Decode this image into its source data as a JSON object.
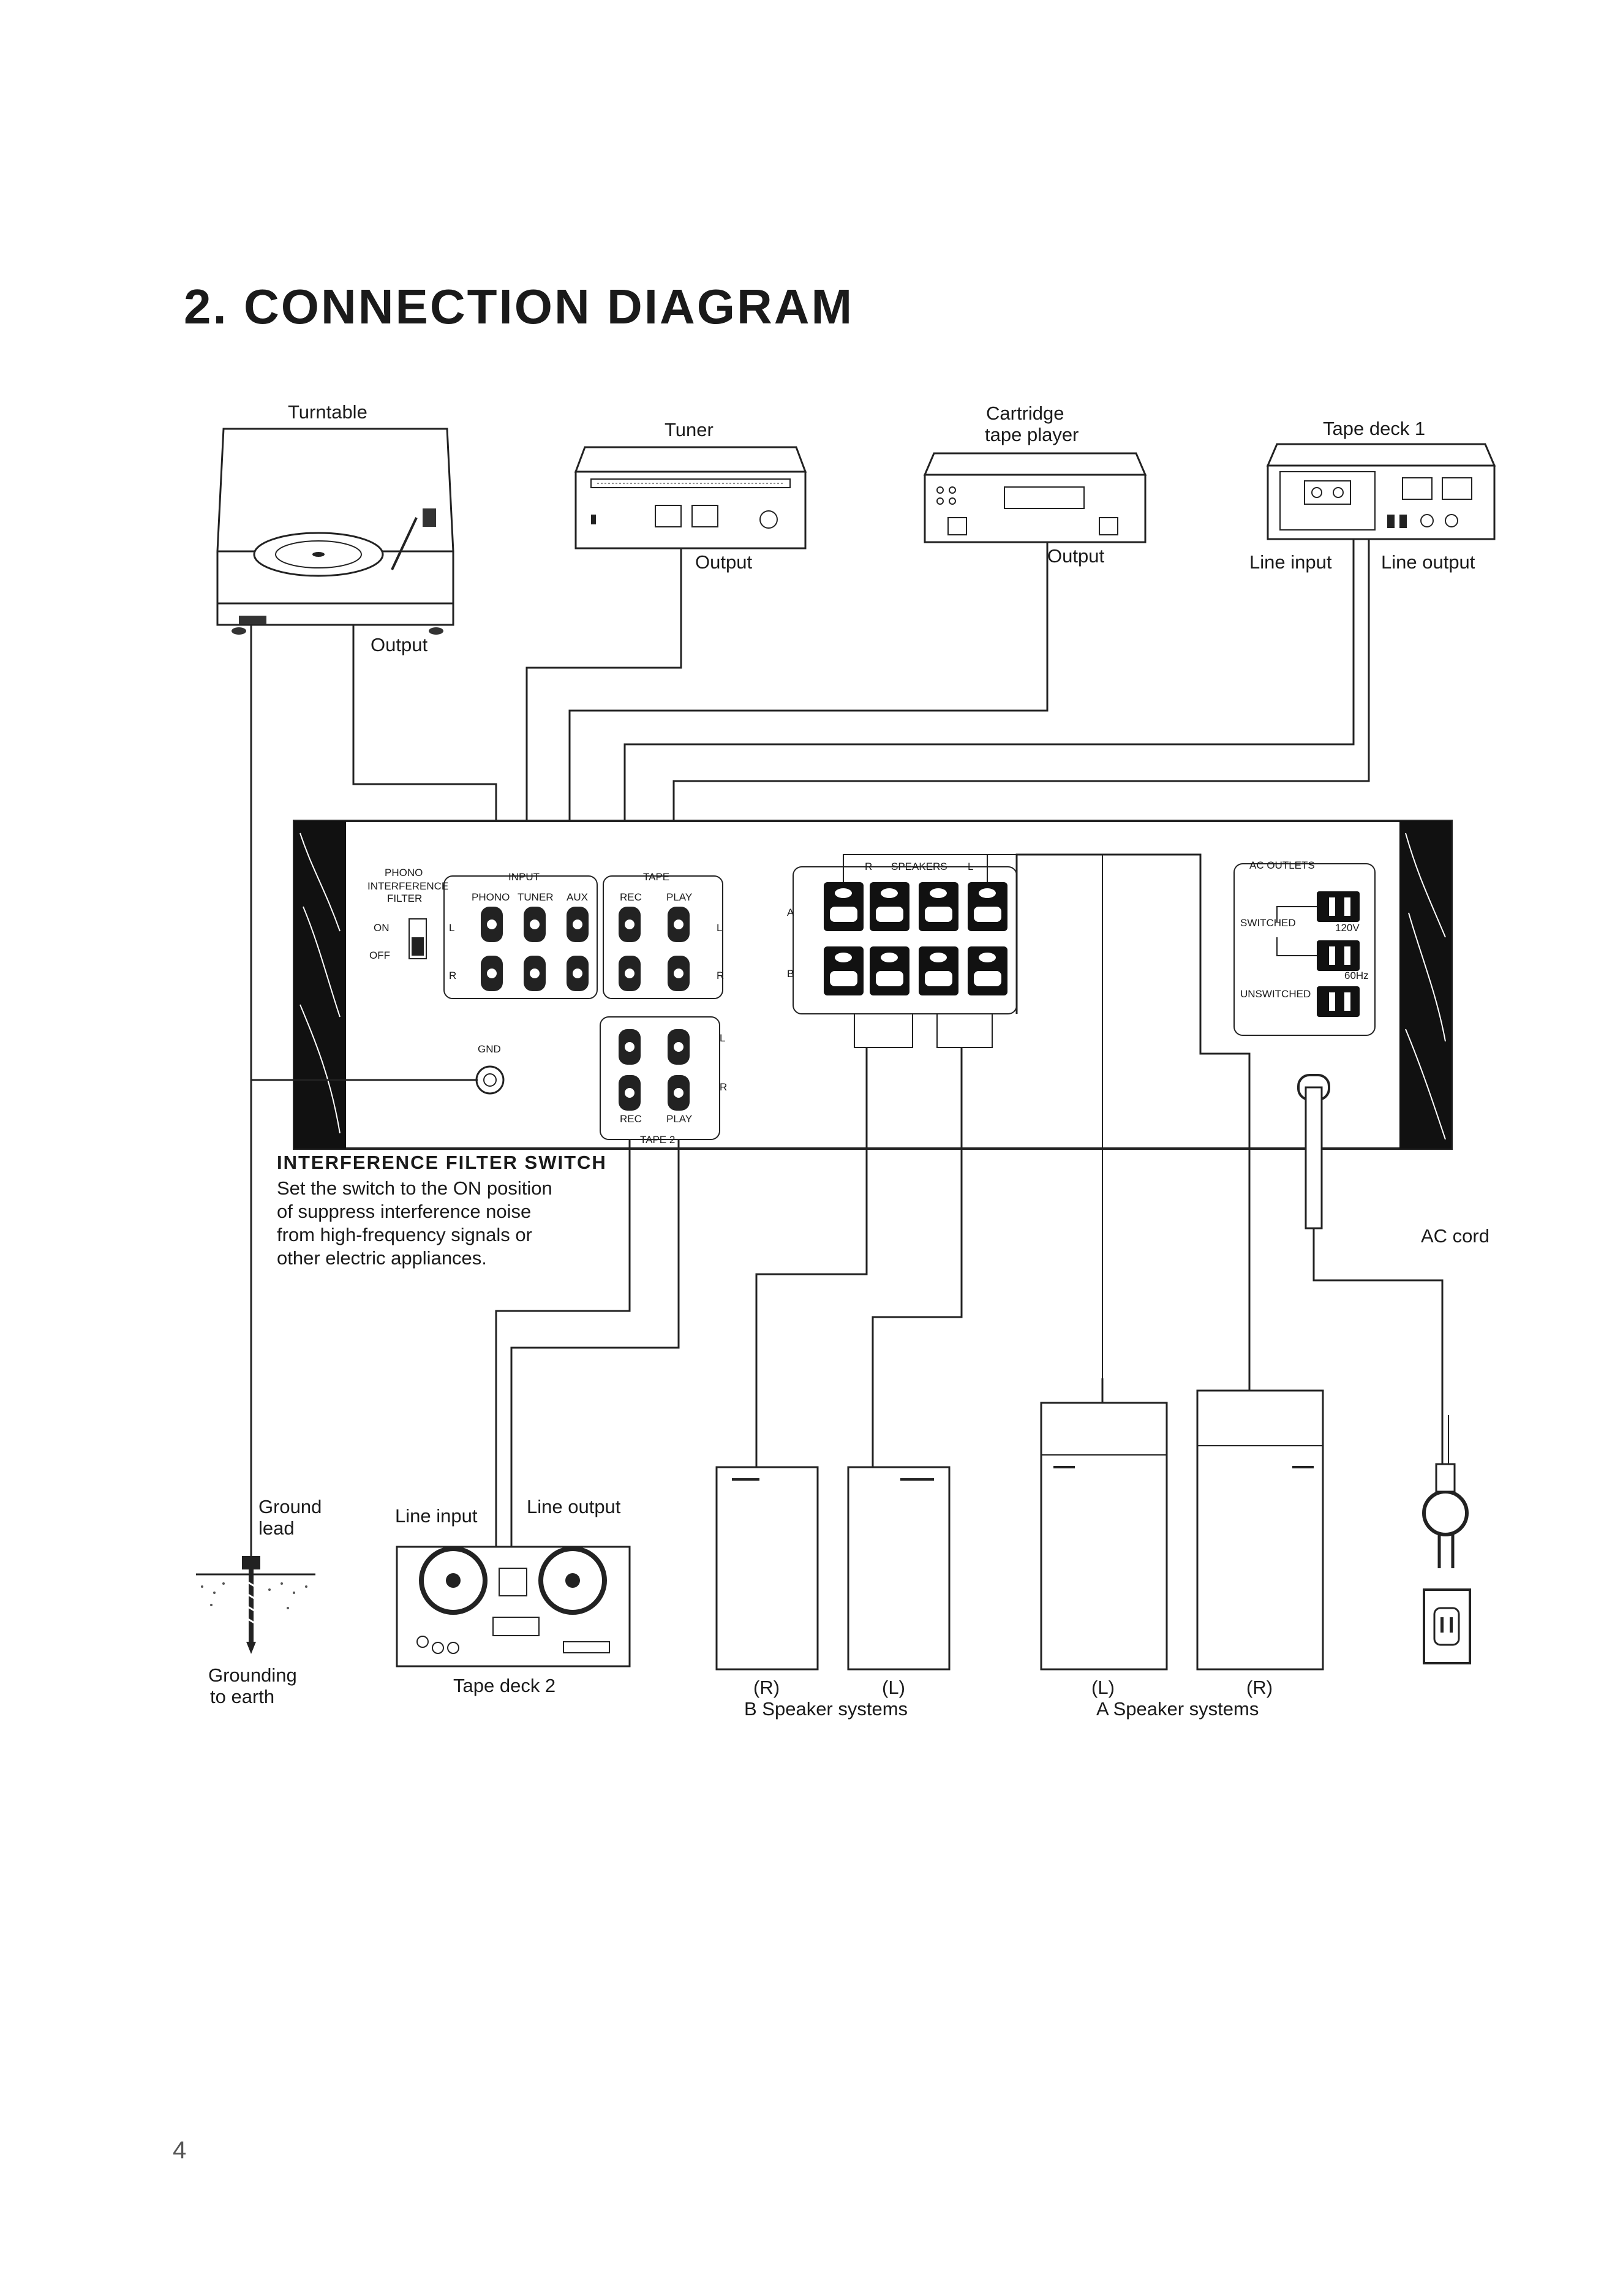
{
  "page_title": "2. CONNECTION DIAGRAM",
  "page_number": "4",
  "devices": {
    "turntable": {
      "label": "Turntable",
      "output": "Output"
    },
    "tuner": {
      "label": "Tuner",
      "output": "Output"
    },
    "cartridge": {
      "label_line1": "Cartridge",
      "label_line2": "tape player",
      "output": "Output"
    },
    "tape_deck_1": {
      "label": "Tape deck 1",
      "line_input": "Line input",
      "line_output": "Line output"
    },
    "tape_deck_2": {
      "label": "Tape deck 2",
      "line_input": "Line input",
      "line_output": "Line output"
    },
    "ground": {
      "lead_line1": "Ground",
      "lead_line2": "lead",
      "earth_line1": "Grounding",
      "earth_line2": "to earth"
    },
    "ac_cord": "AC cord",
    "b_speakers": {
      "right": "(R)",
      "left": "(L)",
      "caption": "B Speaker systems"
    },
    "a_speakers": {
      "left": "(L)",
      "right": "(R)",
      "caption": "A Speaker systems"
    }
  },
  "amplifier_panel": {
    "phono_filter": {
      "line1": "PHONO",
      "line2": "INTERFERENCE",
      "line3": "FILTER",
      "on": "ON",
      "off": "OFF"
    },
    "input_group": "INPUT",
    "tape_group": "TAPE",
    "phono": "PHONO",
    "tuner": "TUNER",
    "aux": "AUX",
    "rec": "REC",
    "play": "PLAY",
    "l": "L",
    "r": "R",
    "gnd": "GND",
    "tape2_group": "TAPE 2",
    "speakers_group": "SPEAKERS",
    "a": "A",
    "b": "B",
    "ac_outlets": "AC OUTLETS",
    "voltage": "120V",
    "frequency": "60Hz",
    "switched": "SWITCHED",
    "unswitched": "UNSWITCHED"
  },
  "interference_note": {
    "heading": "INTERFERENCE FILTER SWITCH",
    "line1": "Set the switch to the ON position",
    "line2": "of suppress interference noise",
    "line3": "from high-frequency signals or",
    "line4": "other electric appliances."
  }
}
